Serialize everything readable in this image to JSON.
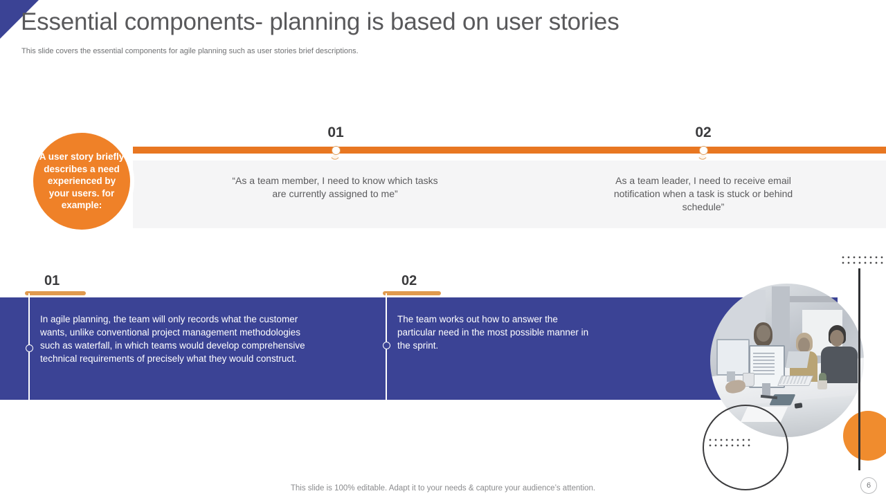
{
  "header": {
    "title": "Essential components- planning is based on user stories",
    "subtitle": "This slide covers the essential components for agile planning such as user stories brief descriptions."
  },
  "badge": {
    "text": "A user story briefly describes a need experienced by your users. for example:",
    "color": "#ef8128"
  },
  "timeline": {
    "bar_color": "#e87722",
    "panel_color": "#f5f5f6",
    "items": [
      {
        "number": "01",
        "text": "“As a team member, I need to know which tasks are currently assigned to me”"
      },
      {
        "number": "02",
        "text": "As a team leader, I need to receive email notification when a task is stuck or behind schedule”"
      }
    ]
  },
  "details": {
    "panel_color": "#3b4395",
    "rule_color": "#e09a4e",
    "items": [
      {
        "number": "01",
        "text": "In agile planning, the team will only records what the customer wants, unlike conventional project management methodologies such as waterfall, in which teams would develop comprehensive technical requirements of precisely what they would construct."
      },
      {
        "number": "02",
        "text": "The team works out how to answer the particular need in the most possible manner in the sprint."
      }
    ]
  },
  "media": {
    "photo_alt": "office-team-working-at-desks-photo",
    "accent_circle_color": "#f08c2e"
  },
  "footer": {
    "note": "This slide is 100% editable. Adapt it to your needs & capture your audience’s attention.",
    "page_number": "6"
  }
}
